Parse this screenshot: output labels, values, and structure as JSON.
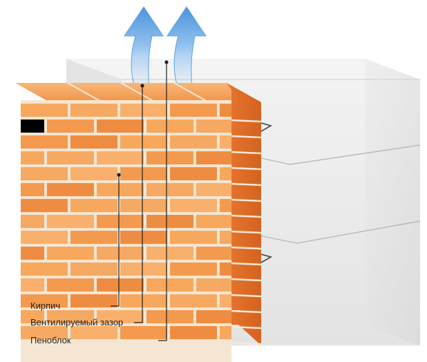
{
  "diagram": {
    "labels": {
      "brick": "Кирпич",
      "air_gap": "Вентилируемый зазор",
      "foam_block": "Пеноблок"
    },
    "layers": [
      {
        "id": "brick",
        "material": "brick-wall",
        "rows": 15
      },
      {
        "id": "air_gap",
        "material": "ventilated-gap"
      },
      {
        "id": "foam_block",
        "material": "aerated-concrete-block",
        "courses": 3
      }
    ],
    "airflow_arrows": 2,
    "colors": {
      "brick_light": "#f7a85c",
      "brick_dark": "#e86f2a",
      "mortar": "#f3eadb",
      "block_front": "#ececec",
      "block_top": "#f6f6f6",
      "block_side": "#d7d7d7",
      "arrow": "#5aa0e0",
      "arrow_light": "#9cc8f0",
      "leader_line": "#1e1e1e"
    }
  }
}
